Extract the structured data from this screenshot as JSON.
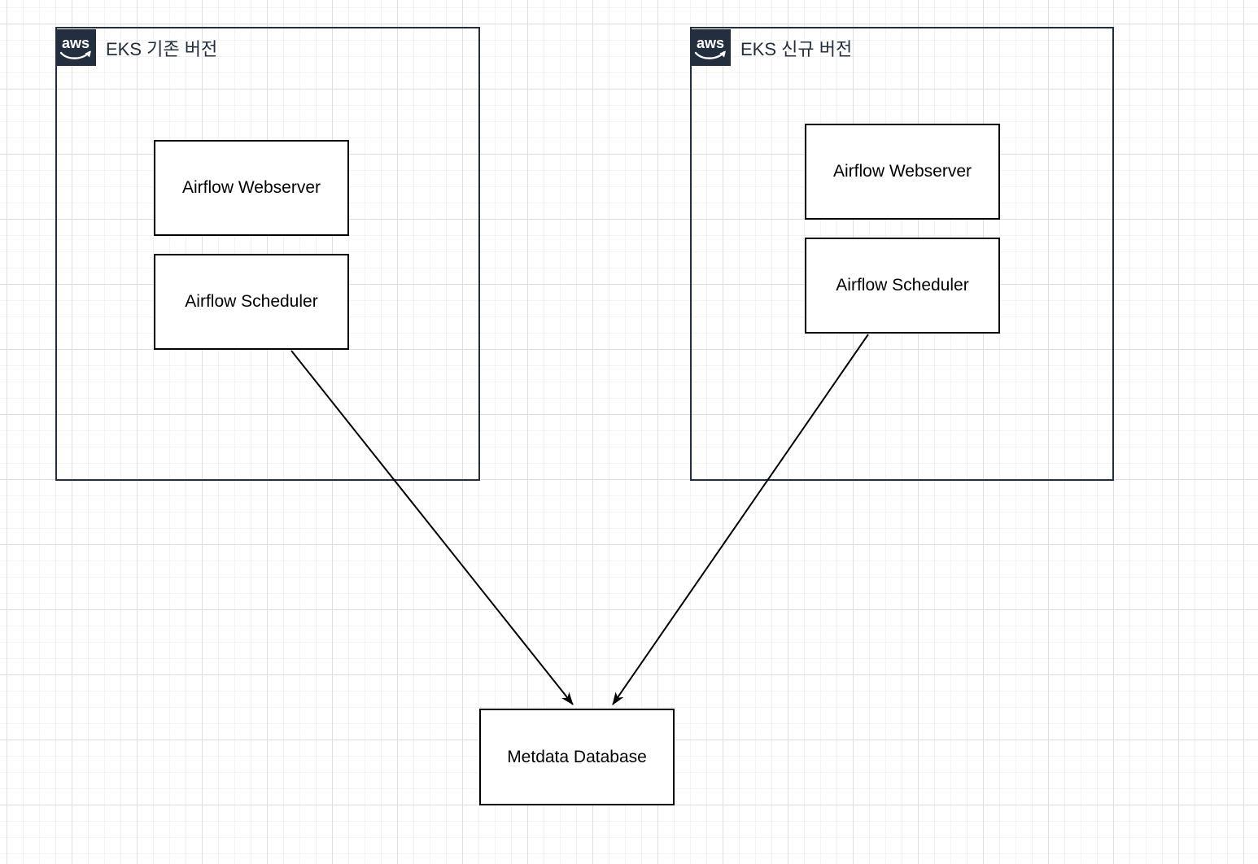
{
  "diagram": {
    "groups": [
      {
        "title": "EKS 기존 버전",
        "badge_text": "aws",
        "nodes": [
          {
            "label": "Airflow Webserver"
          },
          {
            "label": "Airflow Scheduler"
          }
        ]
      },
      {
        "title": "EKS 신규 버전",
        "badge_text": "aws",
        "nodes": [
          {
            "label": "Airflow Webserver"
          },
          {
            "label": "Airflow Scheduler"
          }
        ]
      }
    ],
    "standalone_nodes": [
      {
        "label": "Metdata Database"
      }
    ],
    "edges": [
      {
        "from": "EKS 기존 버전 / Airflow Scheduler",
        "to": "Metdata Database"
      },
      {
        "from": "EKS 신규 버전 / Airflow Scheduler",
        "to": "Metdata Database"
      }
    ],
    "colors": {
      "container_border": "#232f3e",
      "badge_background": "#232f3e",
      "badge_text_color": "#ffffff",
      "title_color": "#232f3e",
      "node_border": "#000000",
      "node_fill": "#ffffff",
      "edge": "#000000",
      "grid_minor": "#f3f3f3",
      "grid_major": "#dedede"
    }
  }
}
